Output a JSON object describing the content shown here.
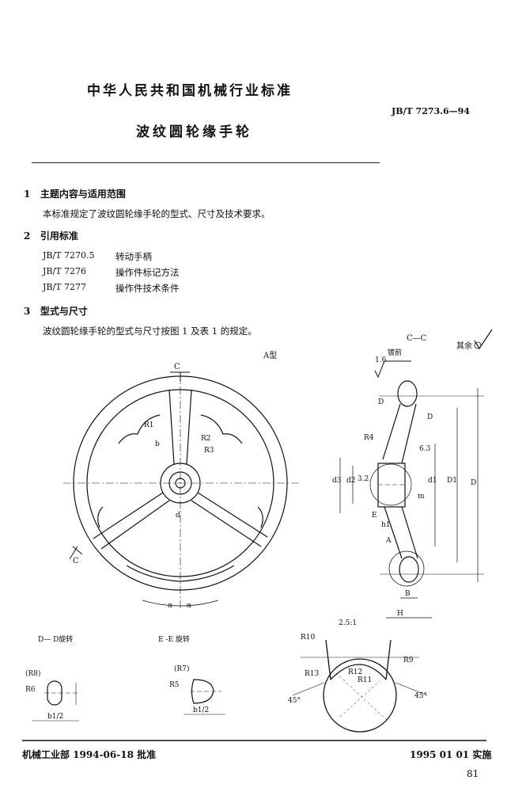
{
  "header": {
    "org": "中华人民共和国机械行业标准",
    "std_no": "JB/T 7273.6—94",
    "title": "波纹圆轮缘手轮"
  },
  "sections": [
    {
      "num": "1",
      "title": "主题内容与适用范围",
      "text": "本标准规定了波纹圆轮缘手轮的型式、尺寸及技术要求。"
    },
    {
      "num": "2",
      "title": "引用标准",
      "refs": [
        {
          "code": "JB/T 7270.5",
          "name": "转动手柄"
        },
        {
          "code": "JB/T 7276",
          "name": "操作件标记方法"
        },
        {
          "code": "JB/T 7277",
          "name": "操作件技术条件"
        }
      ]
    },
    {
      "num": "3",
      "title": "型式与尺寸",
      "text": "波纹圆轮缘手轮的型式与尺寸按图 1 及表 1 的规定。"
    }
  ],
  "figure": {
    "type_label": "A型",
    "section_cc": "C—C",
    "roughness_other": "其余",
    "plating": "镀前",
    "roughness_val": "1.6",
    "view_dd": "D— D旋转",
    "view_ee": "E -E 旋转",
    "detail_scale": "2.5:1",
    "labels": {
      "C": "C",
      "D": "D",
      "E": "E",
      "R1": "R1",
      "R2": "R2",
      "R3": "R3",
      "R4": "R4",
      "R5": "R5",
      "R6": "R6",
      "R7": "(R7)",
      "R8": "(R8)",
      "R9": "R9",
      "R10": "R10",
      "R11": "R11",
      "R12": "R12",
      "R13": "R13",
      "b": "b",
      "d": "d",
      "d1": "d1",
      "d2": "d2",
      "d3": "d3",
      "D1": "D1",
      "Dbig": "D",
      "H": "H",
      "B": "B",
      "A": "A",
      "h1": "h1",
      "m": "m",
      "b1_2_a": "b1/2",
      "b1_2_b": "b1/2",
      "deg45a": "45°",
      "deg45b": "45°",
      "alpha": "α",
      "val_32": "3.2",
      "val_63": "6.3"
    }
  },
  "footer": {
    "approval": "机械工业部 1994-06-18 批准",
    "impl": "1995 01 01 实施",
    "page": "81"
  }
}
